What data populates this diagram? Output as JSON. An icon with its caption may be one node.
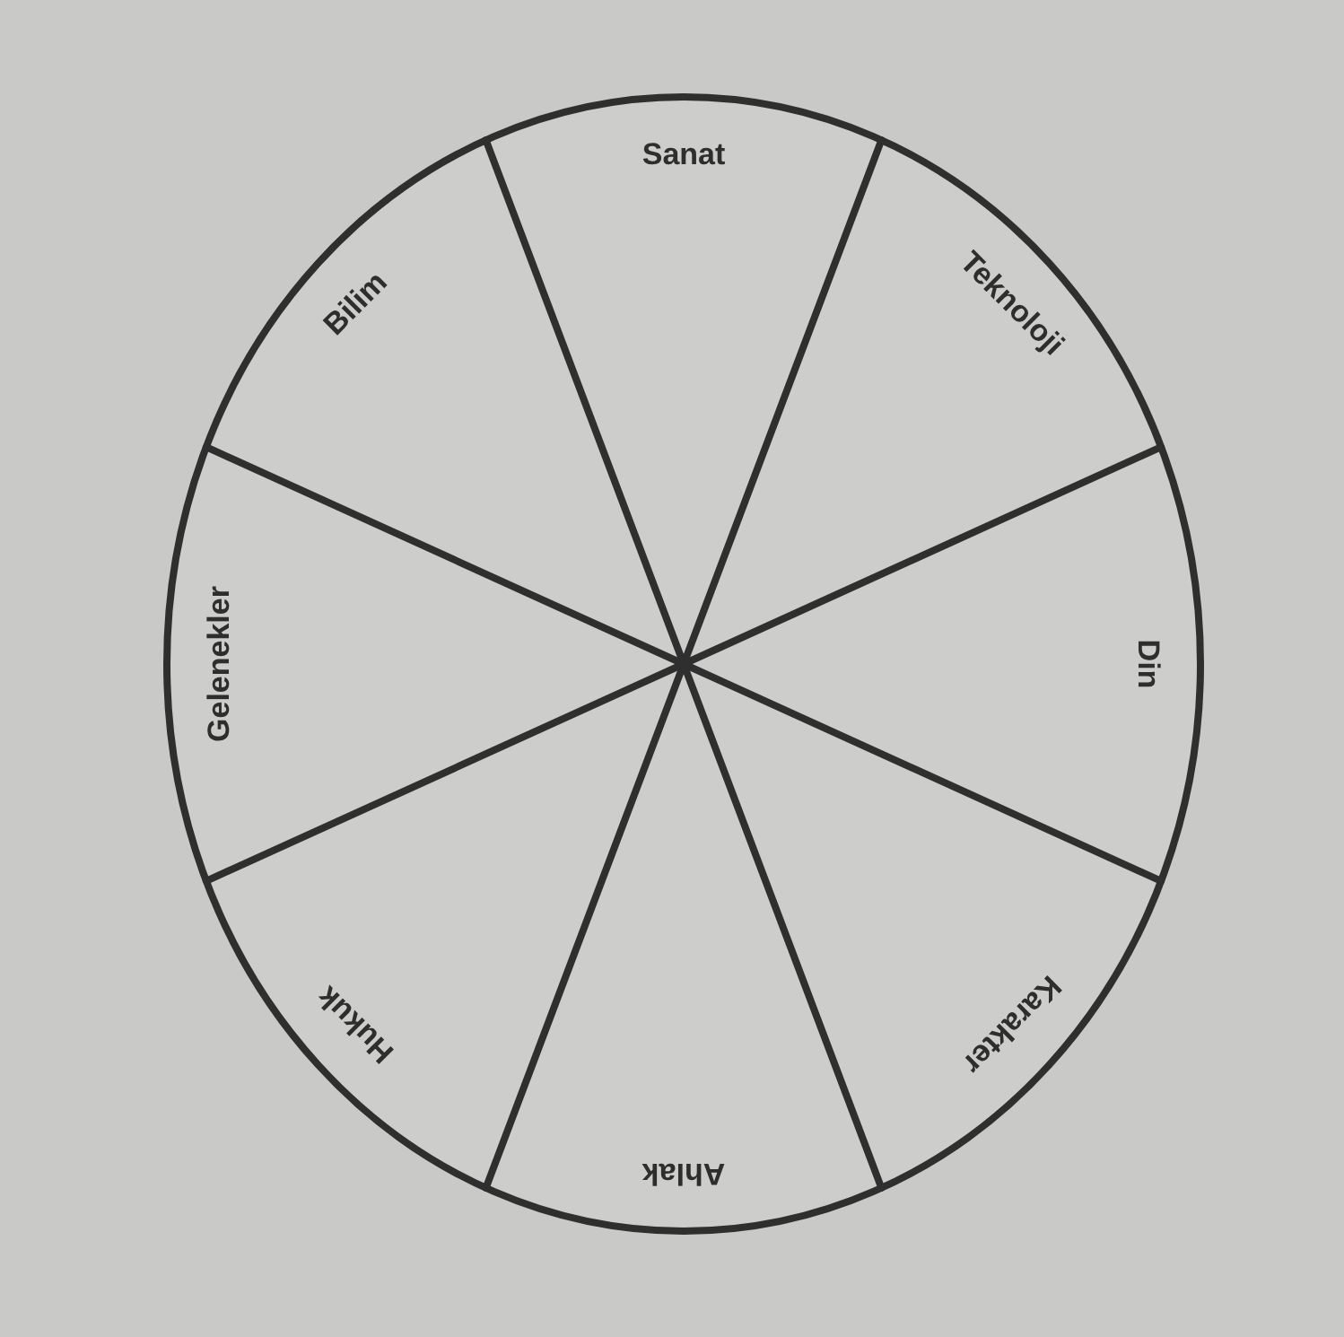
{
  "diagram": {
    "nodes": [
      {
        "text": [
          "Sanat"
        ]
      },
      {
        "text": [
          "Teknoloji"
        ]
      },
      {
        "text": [
          "Din"
        ]
      },
      {
        "text": [
          "Karakter"
        ]
      },
      {
        "text": [
          "Ahlak"
        ]
      },
      {
        "text": [
          "Hukuk"
        ]
      },
      {
        "text": [
          "Gelenekler"
        ]
      },
      {
        "text": [
          "Bilim"
        ]
      }
    ]
  }
}
